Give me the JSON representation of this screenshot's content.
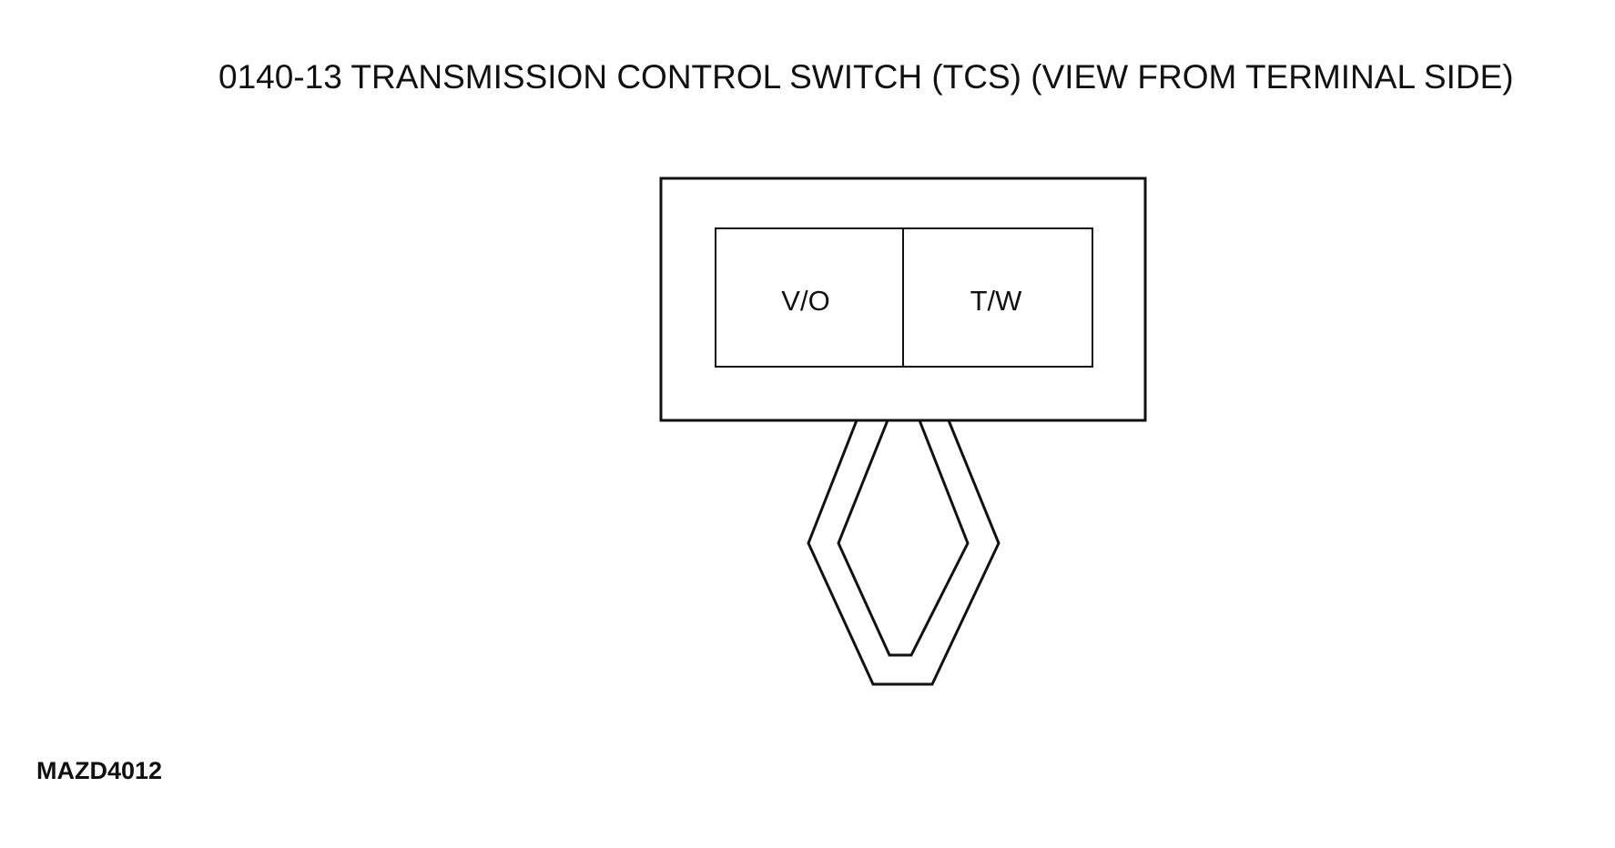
{
  "diagram": {
    "title": "0140-13 TRANSMISSION CONTROL SWITCH (TCS) (VIEW FROM TERMINAL SIDE)",
    "terminals": [
      {
        "label": "V/O"
      },
      {
        "label": "T/W"
      }
    ],
    "figure_id": "MAZD4012",
    "line_color": "#111111",
    "background_color": "#ffffff"
  }
}
